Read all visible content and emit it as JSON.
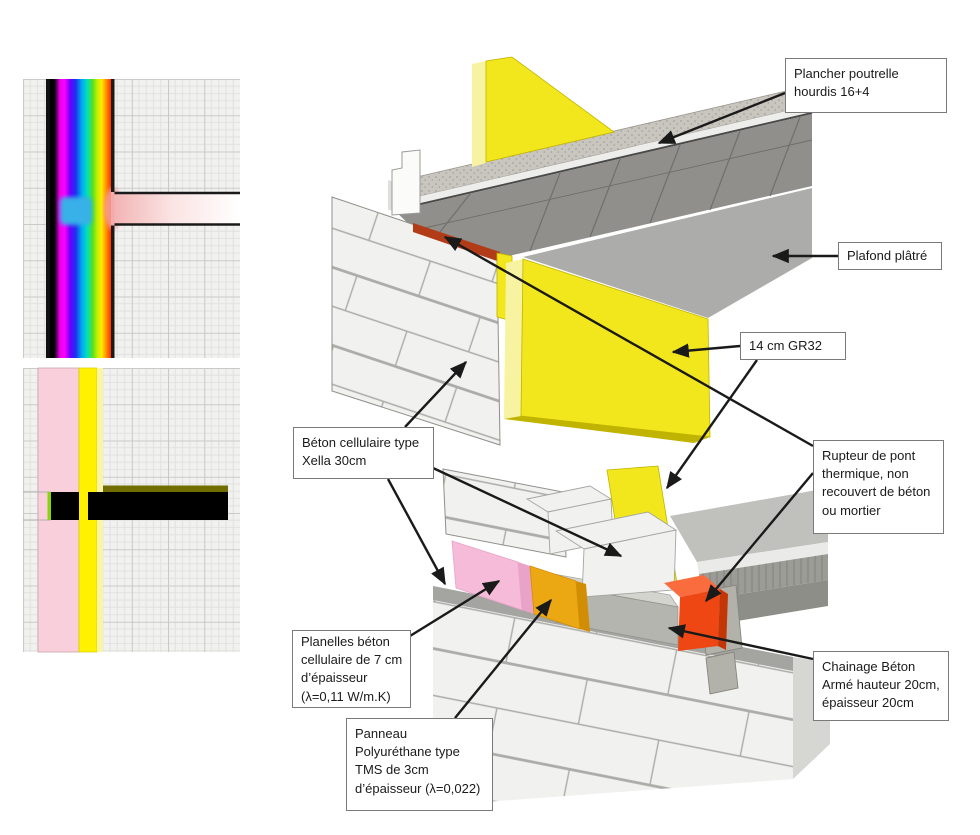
{
  "labels": {
    "plancher": {
      "lines": [
        "Plancher poutrelle",
        "hourdis 16+4"
      ]
    },
    "plafond": {
      "lines": [
        "Plafond plâtré"
      ]
    },
    "gr32": {
      "lines": [
        "14 cm GR32"
      ]
    },
    "xella": {
      "lines": [
        "Béton cellulaire type",
        "Xella 30cm"
      ]
    },
    "rupteur": {
      "lines": [
        "Rupteur de pont",
        "thermique, non",
        "recouvert de béton",
        "ou mortier"
      ]
    },
    "planelles": {
      "lines": [
        "Planelles béton",
        "cellulaire de 7 cm",
        "d’épaisseur",
        "(λ=0,11 W/m.K)"
      ]
    },
    "chainage": {
      "lines": [
        "Chainage Béton",
        "Armé hauteur 20cm,",
        "épaisseur 20cm"
      ]
    },
    "panneau": {
      "lines": [
        "Panneau",
        "Polyuréthane type",
        "TMS de 3cm",
        "d’épaisseur (λ=0,022)"
      ]
    }
  },
  "thermal_plot": {
    "description": "2D isotherm simulation of wall / floor junction",
    "scale_colors": [
      "#000000",
      "#FF00FF",
      "#6A00FF",
      "#1E30F0",
      "#00A8F0",
      "#00E0C0",
      "#58E020",
      "#C8F000",
      "#FFE800",
      "#FF9000",
      "#FF3000"
    ],
    "patch_color": "#38B0E8",
    "slab_color": "#F2B8B8"
  },
  "section_plot": {
    "description": "Material cross-section of wall / floor junction",
    "wall_color": "#F8CFDA",
    "insulation_color": "#FFF100",
    "lining_color": "#FAF5A6",
    "breaker_color": "#8CD40A",
    "slab_color": "#000000",
    "screed_color": "#716D00"
  },
  "colors": {
    "canvas_bg": "#FFFFFF",
    "box_border": "#7A7A7A",
    "text": "#1A1A1A",
    "arrow": "#1A1A1A",
    "insulation_yellow": "#F2E71C",
    "insulation_yellow_pale": "#F7F3A0",
    "insulation_yellow_edge": "#C0B400",
    "rupteur_red": "#EE4713",
    "rupteur_red_top": "#FA6B3E",
    "rupteur_red_side": "#C33706",
    "rupteur_strip": "#B23B18",
    "planelle_pink": "#F5BBD8",
    "planelle_pink_side": "#E9A2C8",
    "poly_orange": "#ECA813",
    "poly_orange_side": "#D18E04",
    "block_white": "#F1F1EF",
    "block_joint": "#ABABA8",
    "wall_top": "#A4A4A1",
    "wall_side": "#D6D6D3",
    "beam_gray": "#B5B5AF",
    "beam_top": "#D4D4CF",
    "slab_speckle": "#C9C6C0",
    "slab_white": "#EDEDEB",
    "slab_under": "#908F8C",
    "under_joint": "#6F6F6C",
    "plafond": "#ACACAA",
    "floor_top": "#C0C0BC",
    "floor_strip": "#EAEAE8",
    "hourdis1": "#9C9C96",
    "hourdis2": "#8E8E88",
    "poutrelle": "#B3B2AA",
    "grid_bg": "#F1F1F0",
    "grid_minor": "#E1E1E0",
    "grid_major": "#CACAC9",
    "sec_pink": "#F8CFDA",
    "sec_yellow": "#FFF100",
    "sec_pale": "#FAF5A6",
    "sec_green": "#8CD40A",
    "sec_olive": "#716D00",
    "thermal_cyan": "#38B0E8",
    "thermal_slab_pink": "#F2B8B8"
  }
}
